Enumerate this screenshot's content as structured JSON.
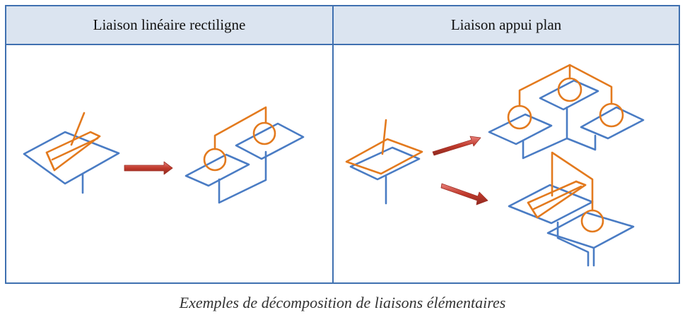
{
  "table": {
    "headers": [
      "Liaison linéaire rectiligne",
      "Liaison appui plan"
    ]
  },
  "caption": "Exemples de décomposition de liaisons élémentaires",
  "colors": {
    "border": "#3f70b0",
    "header_bg": "#dbe4f0",
    "plane": "#4a7cc4",
    "part": "#e37a1e",
    "arrow": "#c0392b"
  }
}
